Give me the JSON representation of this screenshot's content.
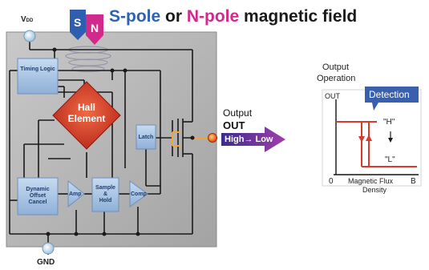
{
  "title": {
    "s_pole": "S-pole",
    "or": "or",
    "n_pole": "N-pole",
    "rest": "magnetic field"
  },
  "magnet": {
    "s": "S",
    "n": "N"
  },
  "pins": {
    "vdd": "V",
    "vdd_sub": "DD",
    "gnd": "GND"
  },
  "blocks": {
    "timing_logic": "Timing Logic",
    "hall_element_line1": "Hall",
    "hall_element_line2": "Element",
    "latch": "Latch",
    "dynamic_offset_cancel_1": "Dynamic",
    "dynamic_offset_cancel_2": "Offset",
    "dynamic_offset_cancel_3": "Cancel",
    "amp": "Amp",
    "sample_hold_1": "Sample",
    "sample_hold_2": "&",
    "sample_hold_3": "Hold",
    "comp": "Comp"
  },
  "output": {
    "label": "Output",
    "out": "OUT",
    "arrow_text": "High→ Low"
  },
  "graph": {
    "title_line1": "Output",
    "title_line2": "Operation",
    "y_axis": "OUT",
    "detection": "Detection",
    "high": "\"H\"",
    "low": "\"L\"",
    "origin": "0",
    "x_axis_line1": "Magnetic Flux",
    "x_axis_line2": "Density",
    "x_end": "B"
  },
  "colors": {
    "chip_bg": "#b7b7b7",
    "block": "#a9c4e4",
    "hall": "#d9442a",
    "arrow_purple": "#7e3fa6",
    "detection": "#3a5fad",
    "hysteresis": "#d93a2b",
    "pin_circle": "#cfe3f0"
  }
}
